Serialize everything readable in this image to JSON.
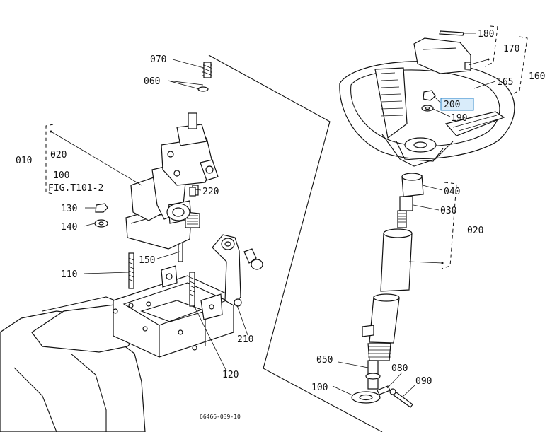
{
  "labels": {
    "l070": "070",
    "l060": "060",
    "l010": "010",
    "l020a": "020",
    "l100a": "100",
    "fig": "FIG.T101-2",
    "l220": "220",
    "l130": "130",
    "l140": "140",
    "l150": "150",
    "l110": "110",
    "l120": "120",
    "l210": "210",
    "l180": "180",
    "l170": "170",
    "l160": "160",
    "l165": "165",
    "l200": "200",
    "l190": "190",
    "l040": "040",
    "l030": "030",
    "l020b": "020",
    "l050": "050",
    "l080": "080",
    "l090": "090",
    "l100b": "100",
    "drawing_no": "66466-039-10"
  },
  "highlight": {
    "target": "200",
    "color": "#d9ecfa",
    "border": "#2a84c9"
  }
}
